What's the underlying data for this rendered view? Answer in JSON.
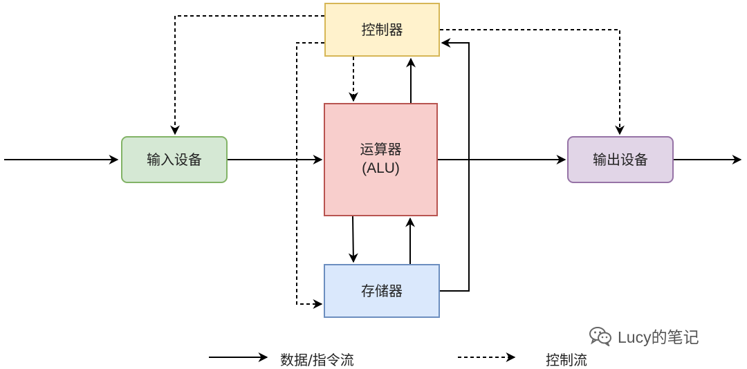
{
  "nodes": {
    "controller": "控制器",
    "alu_line1": "运算器",
    "alu_line2": "(ALU)",
    "memory": "存储器",
    "input": "输入设备",
    "output": "输出设备"
  },
  "legend": {
    "data_flow": "数据/指令流",
    "control_flow": "控制流"
  },
  "watermark": "Lucy的笔记",
  "colors": {
    "controller_fill": "#fff2cc",
    "controller_border": "#d6b656",
    "alu_fill": "#f8cecc",
    "alu_border": "#b85450",
    "memory_fill": "#dae8fc",
    "memory_border": "#6c8ebf",
    "input_fill": "#d5e8d4",
    "input_border": "#82b366",
    "output_fill": "#e1d5e7",
    "output_border": "#9673a6",
    "edge": "#000000"
  }
}
